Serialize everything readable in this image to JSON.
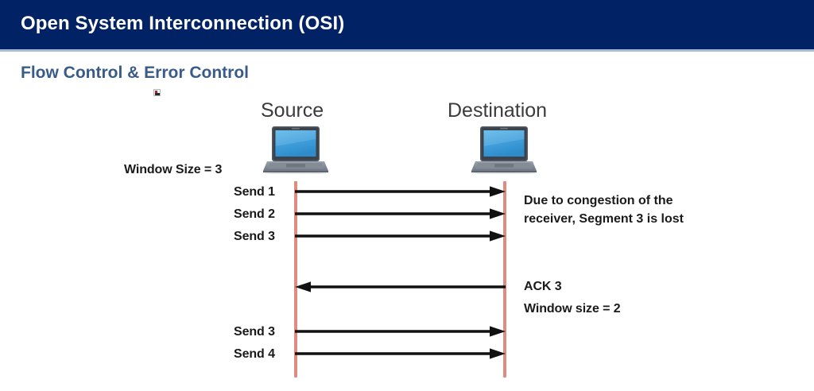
{
  "header": {
    "title": "Open System Interconnection (OSI)",
    "bar_color": "#012265",
    "underline_color": "#a8bcd8",
    "title_color": "#ffffff"
  },
  "subtitle": {
    "text": "Flow Control & Error Control",
    "color": "#3a5b88"
  },
  "icons": {
    "broken_image": "broken-image-icon"
  },
  "diagram": {
    "nodes": [
      {
        "label": "Source",
        "lifeline_color": "#e08b80"
      },
      {
        "label": "Destination",
        "lifeline_color": "#e08b80"
      }
    ],
    "left_labels": {
      "window_size": "Window Size = 3"
    },
    "messages": [
      {
        "label": "Send 1",
        "direction": "right"
      },
      {
        "label": "Send 2",
        "direction": "right"
      },
      {
        "label": "Send 3",
        "direction": "right"
      },
      {
        "label": "",
        "direction": "left"
      },
      {
        "label": "Send 3",
        "direction": "right"
      },
      {
        "label": "Send 4",
        "direction": "right"
      }
    ],
    "send_labels": {
      "send_1": "Send 1",
      "send_2": "Send 2",
      "send_3": "Send 3",
      "send_3_retry": "Send 3",
      "send_4": "Send 4"
    },
    "notes": {
      "congestion_line_1": "Due to congestion of the",
      "congestion_line_2": "receiver, Segment  3 is lost",
      "ack": "ACK 3",
      "window_size_after": "Window size = 2"
    }
  }
}
